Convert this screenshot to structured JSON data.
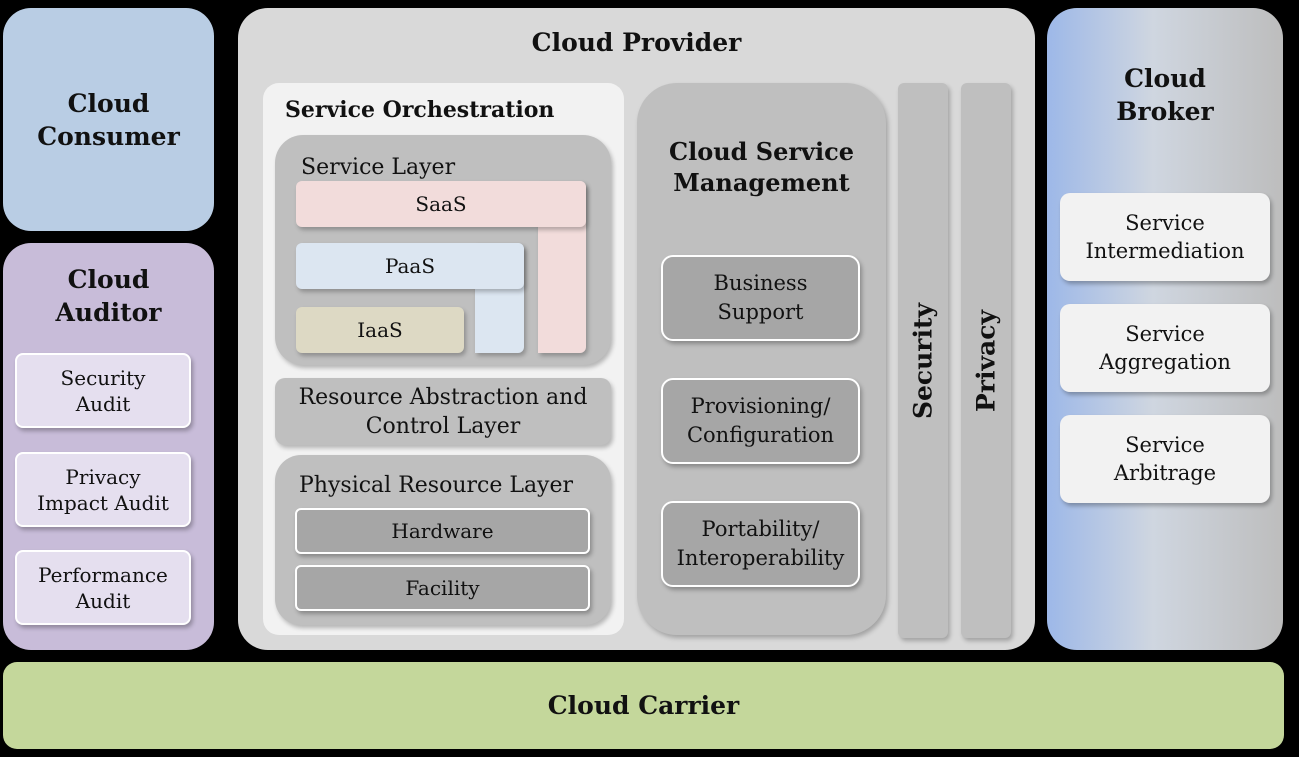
{
  "consumer": {
    "title": "Cloud\nConsumer",
    "color": "#b9cde4"
  },
  "auditor": {
    "title": "Cloud\nAuditor",
    "color": "#c8bcd9",
    "items": [
      {
        "label": "Security\nAudit"
      },
      {
        "label": "Privacy\nImpact Audit"
      },
      {
        "label": "Performance\nAudit"
      }
    ]
  },
  "provider": {
    "title": "Cloud Provider",
    "color": "#d9d9d9",
    "orchestration": {
      "title": "Service Orchestration",
      "service_layer": {
        "label": "Service Layer",
        "saas": "SaaS",
        "paas": "PaaS",
        "iaas": "IaaS"
      },
      "abstraction_layer": "Resource Abstraction and\nControl Layer",
      "physical_layer": {
        "label": "Physical Resource Layer",
        "items": [
          "Hardware",
          "Facility"
        ]
      }
    },
    "management": {
      "title": "Cloud Service\nManagement",
      "items": [
        {
          "label": "Business\nSupport"
        },
        {
          "label": "Provisioning/\nConfiguration"
        },
        {
          "label": "Portability/\nInteroperability"
        }
      ]
    },
    "security": "Security",
    "privacy": "Privacy"
  },
  "broker": {
    "title": "Cloud\nBroker",
    "items": [
      {
        "label": "Service\nIntermediation"
      },
      {
        "label": "Service\nAggregation"
      },
      {
        "label": "Service\nArbitrage"
      }
    ]
  },
  "carrier": {
    "title": "Cloud Carrier",
    "color": "#c4d79b"
  }
}
